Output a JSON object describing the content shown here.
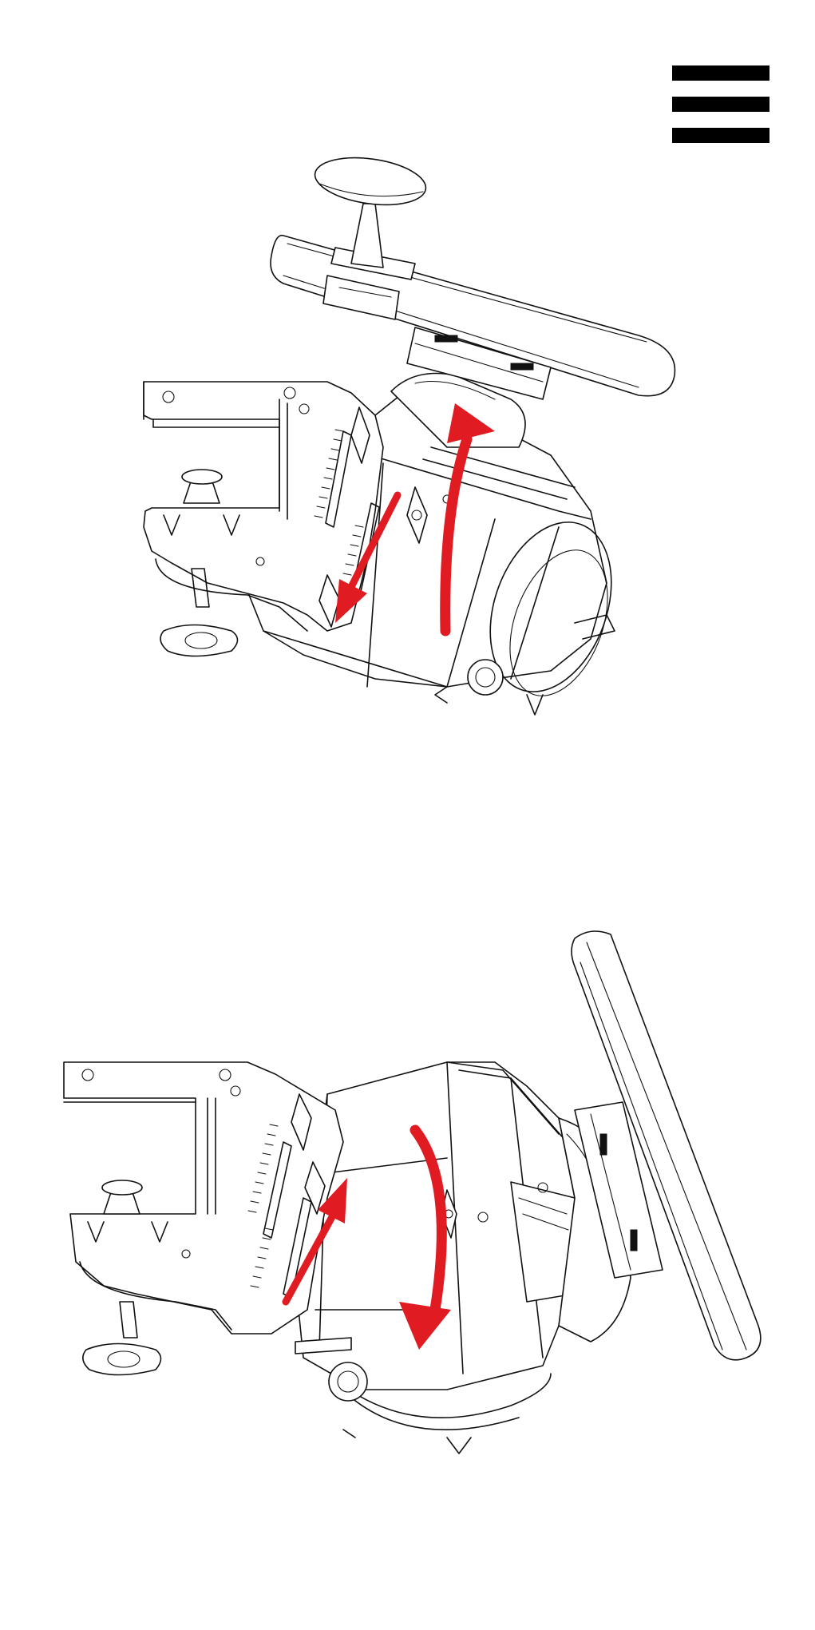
{
  "header": {
    "menu_icon": "hamburger-menu-icon"
  },
  "figures": [
    {
      "name": "wheel-base-mount-tilted-up",
      "arrows": [
        "straight-arrow-down-left",
        "curved-arrow-up"
      ]
    },
    {
      "name": "wheel-base-mount-tilted-down",
      "arrows": [
        "straight-arrow-up-right",
        "curved-arrow-down"
      ]
    }
  ],
  "colors": {
    "arrow": "#e01b22",
    "line": "#111111",
    "background": "#ffffff"
  }
}
